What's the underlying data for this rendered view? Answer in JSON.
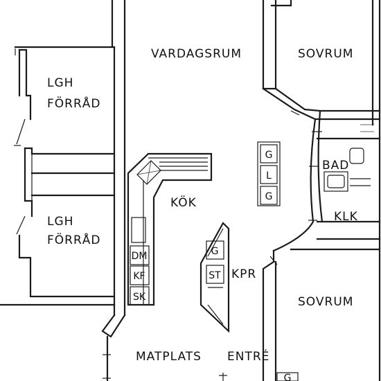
{
  "rooms": {
    "vardagsrum": "VARDAGSRUM",
    "sovrum_top": "SOVRUM",
    "sovrum_bottom": "SOVRUM",
    "bad": "BAD",
    "klk": "KLK",
    "kok": "KÖK",
    "kpr": "KPR",
    "matplats": "MATPLATS",
    "entre": "ENTRÉ",
    "forrad_top_line1": "LGH",
    "forrad_top_line2": "FÖRRÅD",
    "forrad_bottom_line1": "LGH",
    "forrad_bottom_line2": "FÖRRÅD"
  },
  "fixtures": {
    "wardrobe_1": "G",
    "wardrobe_2": "L",
    "wardrobe_3": "G",
    "kpr_g": "G",
    "kpr_st": "ST",
    "kitchen_dm": "DM",
    "kitchen_kf": "KF",
    "kitchen_sk": "SK",
    "entry_g": "G"
  }
}
